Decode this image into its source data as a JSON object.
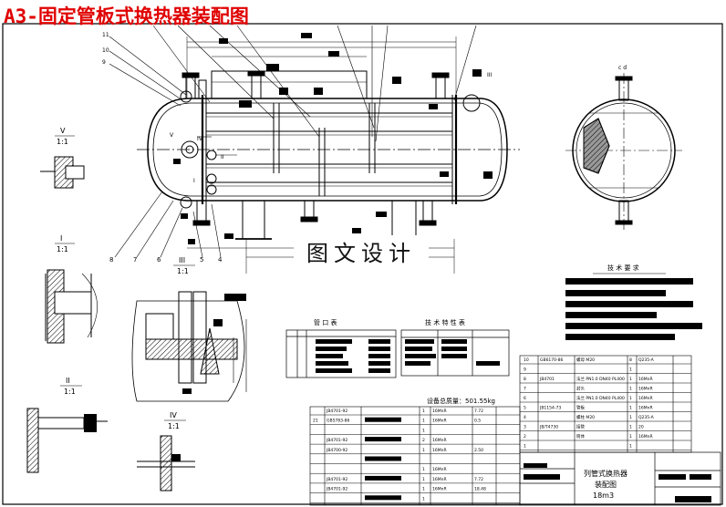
{
  "title": "A3-固定管板式换热器装配图",
  "watermark": "图文设计",
  "views": {
    "v": {
      "label": "V",
      "scale": "1:1"
    },
    "i": {
      "label": "I",
      "scale": "1:1"
    },
    "ii": {
      "label": "II",
      "scale": "1:1"
    },
    "iii": {
      "label": "III",
      "scale": "1:1"
    },
    "iv": {
      "label": "IV",
      "scale": "1:1"
    }
  },
  "tables": {
    "nozzle_title": "管 口 表",
    "spec_title": "技 术 特 性 表",
    "req_title": "技 术 要 求",
    "weight_label": "设备总质量：501.55kg"
  },
  "title_block": {
    "line1": "列管式换热器",
    "line2": "装配图",
    "line3": "18m3"
  },
  "balloons_bottom": [
    "8",
    "7",
    "6",
    "5",
    "4"
  ],
  "balloons_top": [
    "11",
    "10",
    "9"
  ],
  "balloons_right": [
    "III",
    "c d"
  ],
  "parts_rows": [
    {
      "no": "10",
      "code": "GB6170-86",
      "name": "螺母 M20",
      "qty": "8",
      "mat": "Q235-A"
    },
    {
      "no": "9",
      "code": "",
      "name": "",
      "qty": "1",
      "mat": ""
    },
    {
      "no": "8",
      "code": "JB4701",
      "name": "法兰 PN1.0 DN40 PL400",
      "qty": "1",
      "mat": "16MnR"
    },
    {
      "no": "7",
      "code": "",
      "name": "封头",
      "qty": "1",
      "mat": "16MnR"
    },
    {
      "no": "6",
      "code": "",
      "name": "法兰 PN1.0 DN40 PL400",
      "qty": "1",
      "mat": "16MnR"
    },
    {
      "no": "5",
      "code": "JB1154-73",
      "name": "管板",
      "qty": "1",
      "mat": "16MnR"
    },
    {
      "no": "4",
      "code": "",
      "name": "螺柱 M20",
      "qty": "1",
      "mat": "Q235-A"
    },
    {
      "no": "3",
      "code": "JB/T4730",
      "name": "接管",
      "qty": "1",
      "mat": "20"
    },
    {
      "no": "2",
      "code": "",
      "name": "筒体",
      "qty": "1",
      "mat": "16MnR"
    },
    {
      "no": "1",
      "code": "",
      "name": "",
      "qty": "1",
      "mat": ""
    }
  ],
  "bom_rows": [
    {
      "no": "",
      "code": "JB4701-92",
      "name": "",
      "qty": "1",
      "mat": "16MnR",
      "w": "7.72"
    },
    {
      "no": "21",
      "code": "GB5783-86",
      "name": "",
      "qty": "1",
      "mat": "16MnR",
      "w": "0.5"
    },
    {
      "no": "",
      "code": "",
      "name": "",
      "qty": "1",
      "mat": "",
      "w": ""
    },
    {
      "no": "",
      "code": "JB4701-92",
      "name": "",
      "qty": "2",
      "mat": "16MnR",
      "w": ""
    },
    {
      "no": "",
      "code": "JB4700-92",
      "name": "",
      "qty": "1",
      "mat": "16MnR",
      "w": "2.50"
    },
    {
      "no": "",
      "code": "",
      "name": "",
      "qty": "",
      "mat": "",
      "w": ""
    },
    {
      "no": "",
      "code": "",
      "name": "",
      "qty": "1",
      "mat": "16MnR",
      "w": ""
    },
    {
      "no": "",
      "code": "JB4701-92",
      "name": "",
      "qty": "1",
      "mat": "16MnR",
      "w": "7.72"
    },
    {
      "no": "",
      "code": "JB4701-92",
      "name": "",
      "qty": "1",
      "mat": "16MnR",
      "w": "18.48"
    },
    {
      "no": "",
      "code": "",
      "name": "",
      "qty": "1",
      "mat": "",
      "w": ""
    }
  ]
}
